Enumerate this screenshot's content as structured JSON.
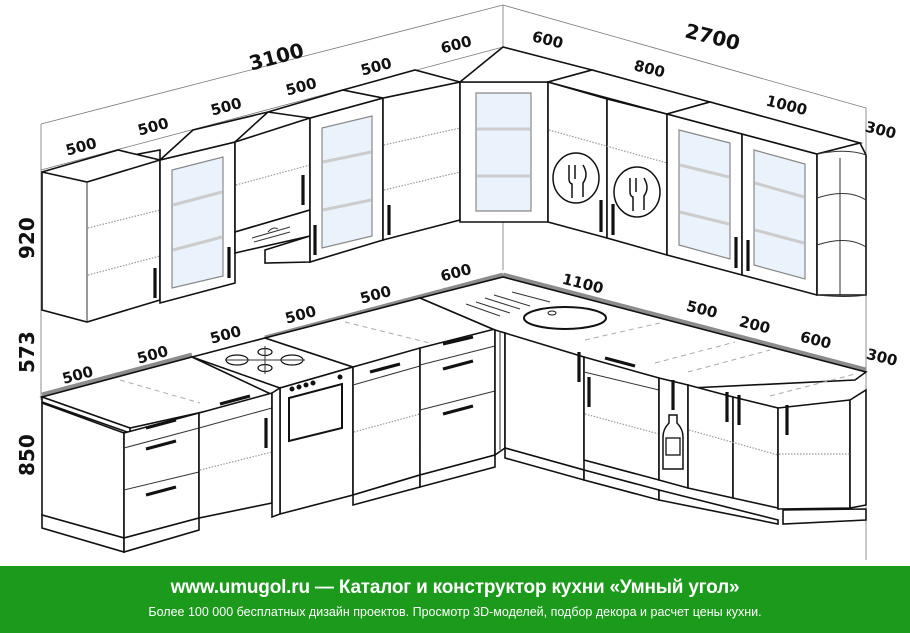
{
  "diagram": {
    "type": "kitchen-layout-isometric",
    "description": "Corner kitchen set with upper and lower cabinets",
    "wall_cabinets": {
      "left_wall_total": "3100",
      "right_wall_total": "2700",
      "left_modules": [
        "500",
        "500",
        "500",
        "500",
        "500",
        "600"
      ],
      "right_modules": [
        "600",
        "800",
        "1000",
        "300"
      ]
    },
    "base_cabinets": {
      "left_modules": [
        "500",
        "500",
        "500",
        "500",
        "500",
        "600"
      ],
      "right_modules": [
        "1100",
        "500",
        "200",
        "600",
        "300"
      ]
    },
    "heights": {
      "wall_cabinet": "920",
      "backsplash_gap": "573",
      "base_cabinet": "850"
    },
    "icons": [
      "range-hood",
      "glass-door-cabinet",
      "fork-knife-emblem",
      "gas-stove",
      "oven",
      "sink",
      "bottle-rack",
      "corner-open-shelf"
    ]
  },
  "footer": {
    "headline": "www.umugol.ru — Каталог и конструктор кухни «Умный угол»",
    "subline": "Более 100 000 бесплатных дизайн проектов. Просмотр 3D-моделей, подбор декора и расчет цены кухни.",
    "background_color": "#1b9a1b",
    "text_color": "#ffffff"
  }
}
